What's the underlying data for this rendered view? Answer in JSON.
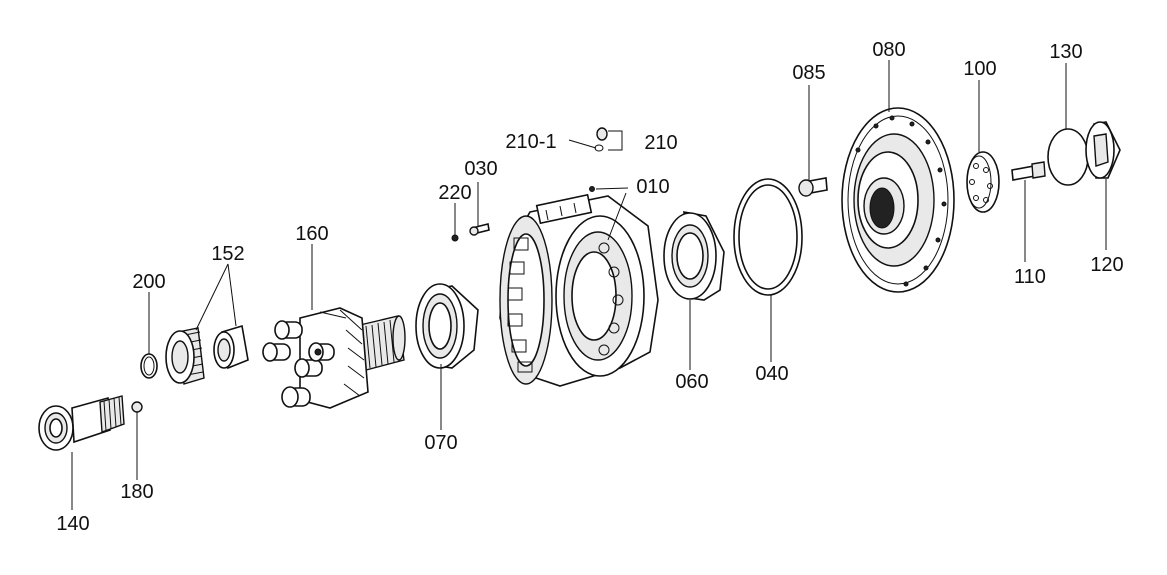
{
  "callouts": {
    "p010": "010",
    "p030": "030",
    "p040": "040",
    "p060": "060",
    "p070": "070",
    "p080": "080",
    "p085": "085",
    "p100": "100",
    "p110": "110",
    "p120": "120",
    "p130": "130",
    "p140": "140",
    "p152": "152",
    "p160": "160",
    "p180": "180",
    "p200": "200",
    "p210": "210",
    "p210_1": "210-1",
    "p220": "220"
  }
}
